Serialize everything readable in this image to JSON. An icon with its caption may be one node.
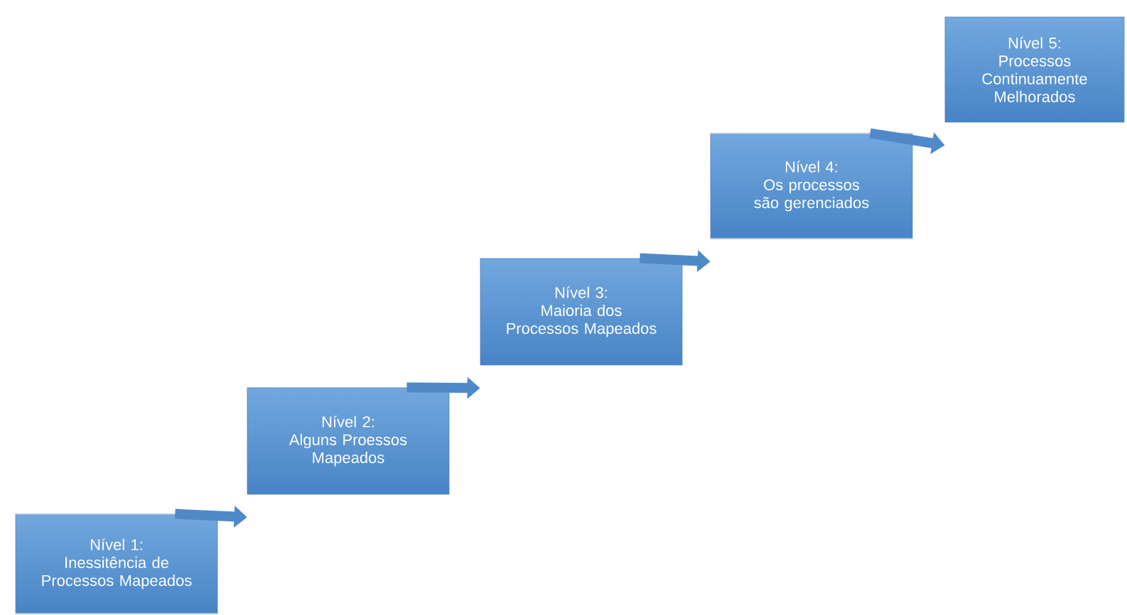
{
  "diagram": {
    "nodes": [
      {
        "text": [
          "Nível 1:",
          "Inessitência de Processos Mapeados"
        ]
      },
      {
        "text": [
          "Nível 2:",
          "Alguns Proessos Mapeados"
        ]
      },
      {
        "text": [
          "Nível 3:",
          "Maioria dos Processos Mapeados"
        ]
      },
      {
        "text": [
          "Nível 4:",
          "Os processos são gerenciados"
        ]
      },
      {
        "text": [
          "Nível 5:",
          "Processos Continuamente Melhorados"
        ]
      }
    ],
    "edges": [
      {
        "from": 0,
        "to": 1,
        "arrow": "to"
      },
      {
        "from": 1,
        "to": 2,
        "arrow": "to"
      },
      {
        "from": 2,
        "to": 3,
        "arrow": "to"
      },
      {
        "from": 3,
        "to": 4,
        "arrow": "to"
      }
    ]
  }
}
